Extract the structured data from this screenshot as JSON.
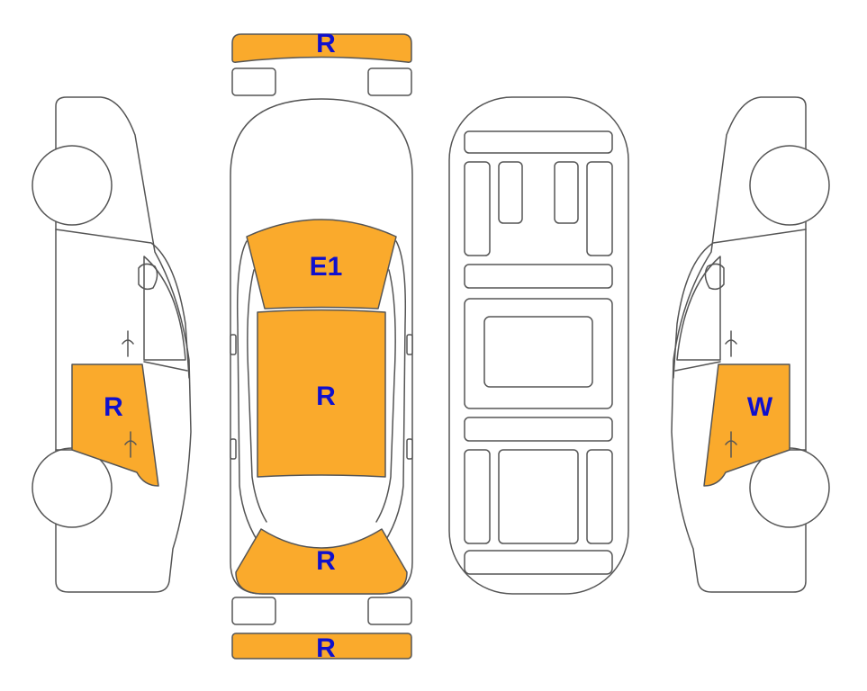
{
  "colors": {
    "damage_fill": "#FAAA2C",
    "label_text": "#1010CC",
    "outline": "#555555",
    "background": "#FFFFFF"
  },
  "labels": {
    "front_bumper": "R",
    "hood": "E1",
    "roof": "R",
    "trunk": "R",
    "rear_bumper": "R",
    "left_side_rear_door": "R",
    "right_side_rear_door": "W"
  }
}
